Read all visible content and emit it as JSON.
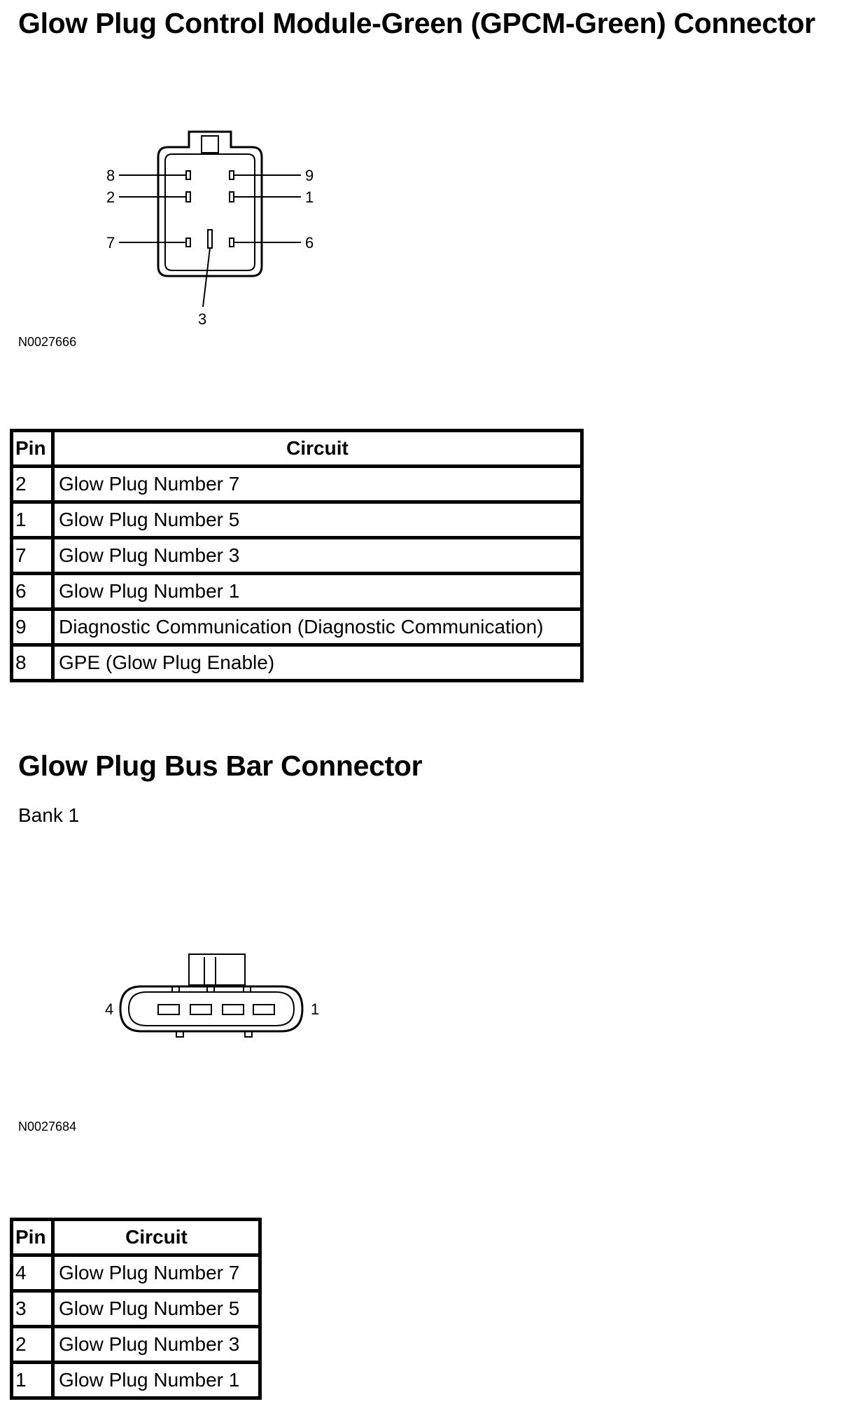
{
  "section1": {
    "title": "Glow Plug Control Module-Green (GPCM-Green) Connector",
    "figure_id": "N0027666",
    "pin_labels": [
      "8",
      "2",
      "7",
      "9",
      "1",
      "6",
      "3"
    ],
    "table": {
      "headers": [
        "Pin",
        "Circuit"
      ],
      "rows": [
        {
          "pin": "2",
          "circuit": "Glow Plug Number 7"
        },
        {
          "pin": "1",
          "circuit": "Glow Plug Number 5"
        },
        {
          "pin": "7",
          "circuit": "Glow Plug Number 3"
        },
        {
          "pin": "6",
          "circuit": "Glow Plug Number 1"
        },
        {
          "pin": "9",
          "circuit": "Diagnostic Communication (Diagnostic Communication)"
        },
        {
          "pin": "8",
          "circuit": "GPE (Glow Plug Enable)"
        }
      ]
    }
  },
  "section2": {
    "title": "Glow Plug Bus Bar Connector",
    "subtitle": "Bank 1",
    "figure_id": "N0027684",
    "pin_labels": [
      "4",
      "1"
    ],
    "table": {
      "headers": [
        "Pin",
        "Circuit"
      ],
      "rows": [
        {
          "pin": "4",
          "circuit": "Glow Plug Number 7"
        },
        {
          "pin": "3",
          "circuit": "Glow Plug Number 5"
        },
        {
          "pin": "2",
          "circuit": "Glow Plug Number 3"
        },
        {
          "pin": "1",
          "circuit": "Glow Plug Number 1"
        }
      ]
    }
  }
}
